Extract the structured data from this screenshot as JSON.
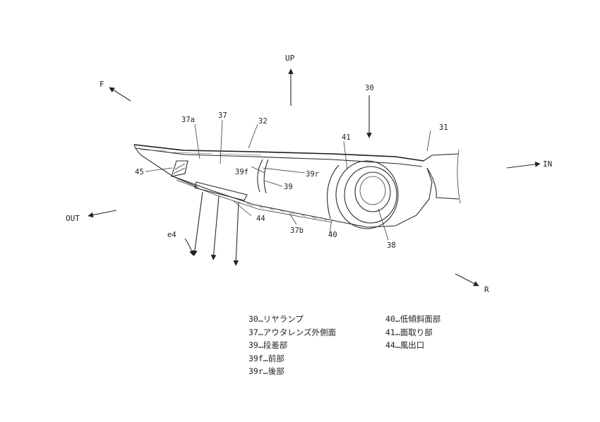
{
  "directions": {
    "up": "UP",
    "front": "F",
    "inboard": "IN",
    "outboard": "OUT",
    "rear": "R"
  },
  "callouts": {
    "n30": "30",
    "n31": "31",
    "n32": "32",
    "n37": "37",
    "n37a": "37a",
    "n37b": "37b",
    "n38": "38",
    "n39": "39",
    "n39f": "39f",
    "n39r": "39r",
    "n40": "40",
    "n41": "41",
    "n44": "44",
    "n45": "45",
    "e4": "e4"
  },
  "legend": {
    "left": [
      "30…リヤランプ",
      "37…アウタレンズ外側面",
      "39…段差部",
      "39f…前部",
      "39r…後部"
    ],
    "right": [
      "40…低傾斜面部",
      "41…面取り部",
      "44…風出口"
    ]
  }
}
